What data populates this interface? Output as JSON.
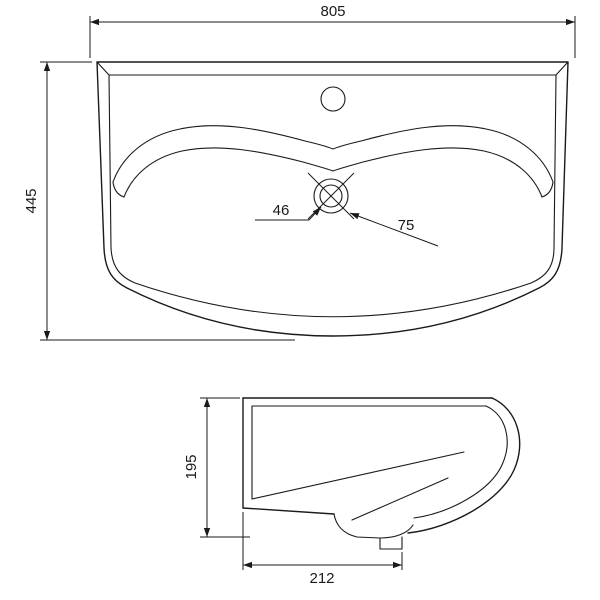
{
  "colors": {
    "line": "#1a1a1a",
    "background": "#ffffff"
  },
  "top_view": {
    "overall_width_label": "805",
    "overall_depth_label": "445",
    "drain_dim_left_label": "46",
    "drain_dim_right_label": "75"
  },
  "side_view": {
    "height_label": "195",
    "drain_offset_label": "212"
  }
}
